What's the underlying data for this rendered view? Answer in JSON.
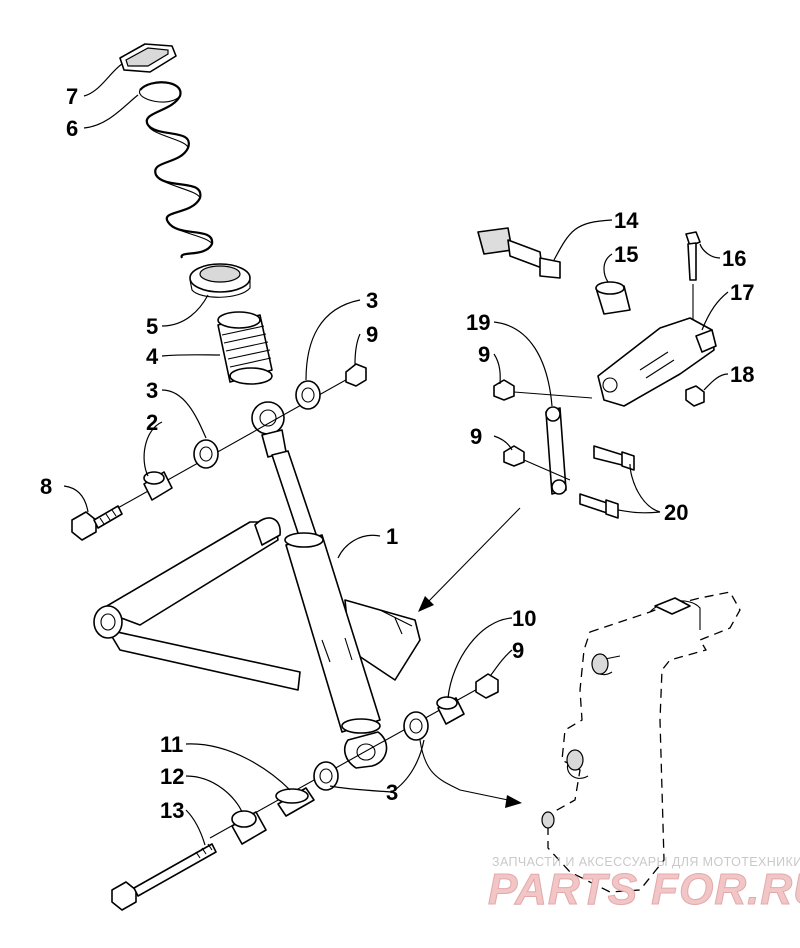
{
  "callouts": {
    "c1": "1",
    "c2": "2",
    "c3a": "3",
    "c3b": "3",
    "c3c": "3",
    "c4": "4",
    "c5": "5",
    "c6": "6",
    "c7": "7",
    "c8": "8",
    "c9a": "9",
    "c9b": "9",
    "c9c": "9",
    "c9d": "9",
    "c10": "10",
    "c11": "11",
    "c12": "12",
    "c13": "13",
    "c14": "14",
    "c15": "15",
    "c16": "16",
    "c17": "17",
    "c18": "18",
    "c19": "19",
    "c20": "20"
  },
  "watermark": {
    "tagline": "ЗАПЧАСТИ И АКСЕССУАРЫ ДЛЯ МОТОТЕХНИКИ",
    "brand": "PARTS FOR.RU"
  }
}
